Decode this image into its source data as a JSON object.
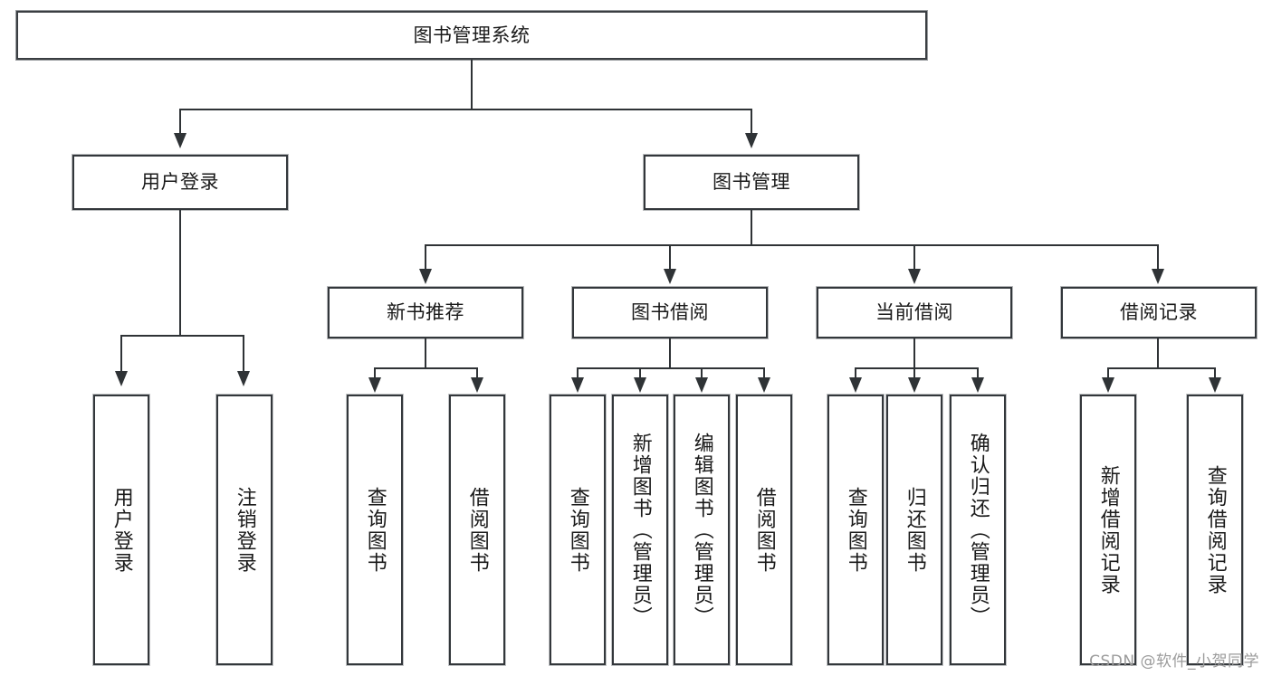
{
  "diagram": {
    "kind": "tree-hierarchy-diagram",
    "background_color": "#ffffff",
    "line_color": "#2f3336",
    "box_border_color": "#33373b",
    "text_color": "#1a1a1a",
    "root": {
      "label": "图书管理系统"
    },
    "level2": [
      {
        "label": "用户登录"
      },
      {
        "label": "图书管理"
      }
    ],
    "level3": [
      {
        "label": "新书推荐"
      },
      {
        "label": "图书借阅"
      },
      {
        "label": "当前借阅"
      },
      {
        "label": "借阅记录"
      }
    ],
    "leaves": {
      "user_login": [
        {
          "label": "用户登录"
        },
        {
          "label": "注销登录"
        }
      ],
      "new_book_recommend": [
        {
          "label": "查询图书"
        },
        {
          "label": "借阅图书"
        }
      ],
      "book_borrow": [
        {
          "label": "查询图书"
        },
        {
          "label": "新增图书（管理员）"
        },
        {
          "label": "编辑图书（管理员）"
        },
        {
          "label": "借阅图书"
        }
      ],
      "current_borrow": [
        {
          "label": "查询图书"
        },
        {
          "label": "归还图书"
        },
        {
          "label": "确认归还（管理员）"
        }
      ],
      "borrow_record": [
        {
          "label": "新增借阅记录"
        },
        {
          "label": "查询借阅记录"
        }
      ]
    }
  },
  "watermark": {
    "text": "CSDN @软件_小贺同学"
  }
}
